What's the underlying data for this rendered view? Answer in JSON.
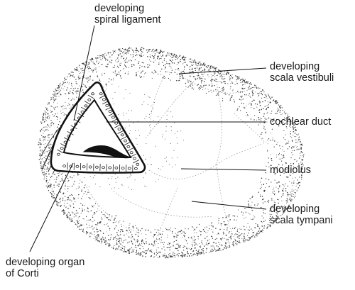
{
  "labels": {
    "spiral_ligament": [
      "developing",
      "spiral ligament"
    ],
    "scala_vestibuli": [
      "developing",
      "scala vestibuli"
    ],
    "cochlear_duct": [
      "cochlear duct"
    ],
    "modiolus": [
      "modiolus"
    ],
    "scala_tympani": [
      "developing",
      "scala tympani"
    ],
    "organ_of_corti": [
      "developing organ",
      "of Corti"
    ]
  },
  "colors": {
    "ink": "#1a1a1a",
    "stipple": "#3a3a3a",
    "background": "#ffffff"
  }
}
